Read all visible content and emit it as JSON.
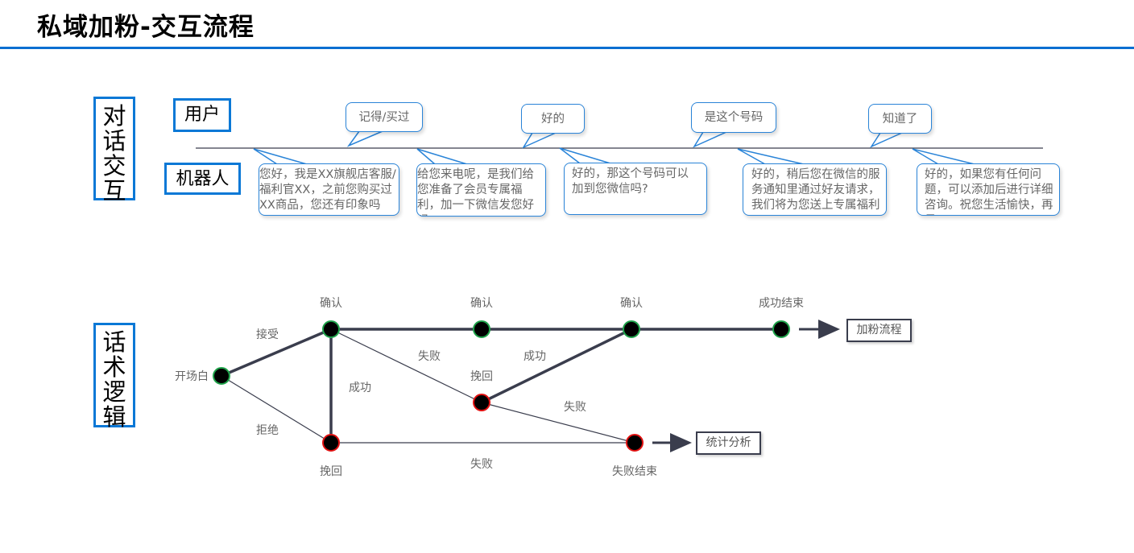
{
  "title": "私域加粉-交互流程",
  "section_dialog": {
    "label": "对话交互",
    "user_role": "用户",
    "bot_role": "机器人",
    "user_bubbles": [
      "记得/买过",
      "好的",
      "是这个号码",
      "知道了"
    ],
    "bot_bubbles": [
      "您好，我是XX旗舰店客服/福利官XX，之前您购买过XX商品，您还有印象吗",
      "给您来电呢，是我们给您准备了会员专属福利，加一下微信发您好吗",
      "好的，那这个号码可以加到您微信吗?",
      "好的，稍后您在微信的服务通知里通过好友请求，我们将为您送上专属福利",
      "好的，如果您有任何问题，可以添加后进行详细咨询。祝您生活愉快，再见!"
    ]
  },
  "section_logic": {
    "label": "话术逻辑",
    "nodes": {
      "start": "开场白",
      "confirm1": "确认",
      "confirm2": "确认",
      "confirm3": "确认",
      "success_end": "成功结束",
      "retain_mid": "挽回",
      "retain_bottom": "挽回",
      "fail_end": "失败结束"
    },
    "edges": {
      "accept": "接受",
      "reject": "拒绝",
      "success_vertical": "成功",
      "fail_diag": "失败",
      "success_diag": "成功",
      "fail_diag2": "失败",
      "fail_bottom": "失败"
    },
    "outputs": {
      "add_fans": "加粉流程",
      "stats": "统计分析"
    },
    "colors": {
      "success_ring": "#1fa34a",
      "retain_ring": "#e01010",
      "line": "#3a3d4d"
    }
  }
}
